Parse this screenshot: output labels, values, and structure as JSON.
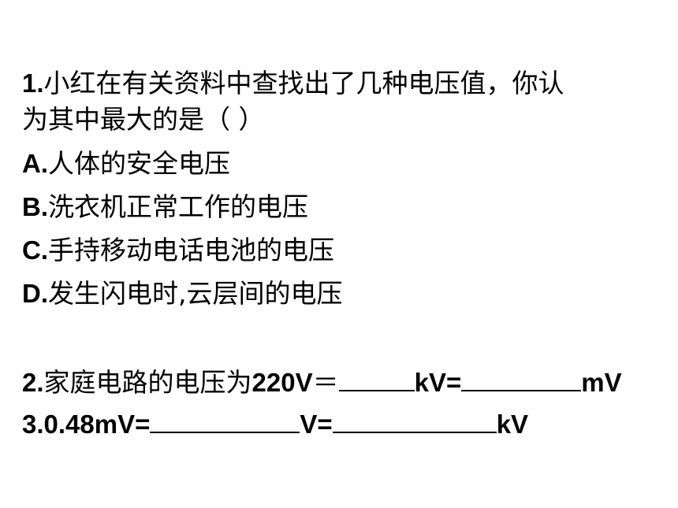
{
  "question1": {
    "number": "1.",
    "text_line1": "小红在有关资料中查找出了几种电压值，你认",
    "text_line2": "为其中最大的是（    ）",
    "options": [
      {
        "letter": "A.",
        "text": "人体的安全电压"
      },
      {
        "letter": "B.",
        "text": "洗衣机正常工作的电压"
      },
      {
        "letter": "C.",
        "text": "手持移动电话电池的电压"
      },
      {
        "letter": "D.",
        "text": "发生闪电时,云层间的电压"
      }
    ]
  },
  "question2": {
    "number": "2.",
    "text": "家庭电路的电压为",
    "value": "220V",
    "eq": "＝",
    "unit1": "kV=",
    "unit2": "mV"
  },
  "question3": {
    "number": "3.",
    "value": "0.48mV=",
    "unit1": "V=",
    "unit2": "kV"
  }
}
